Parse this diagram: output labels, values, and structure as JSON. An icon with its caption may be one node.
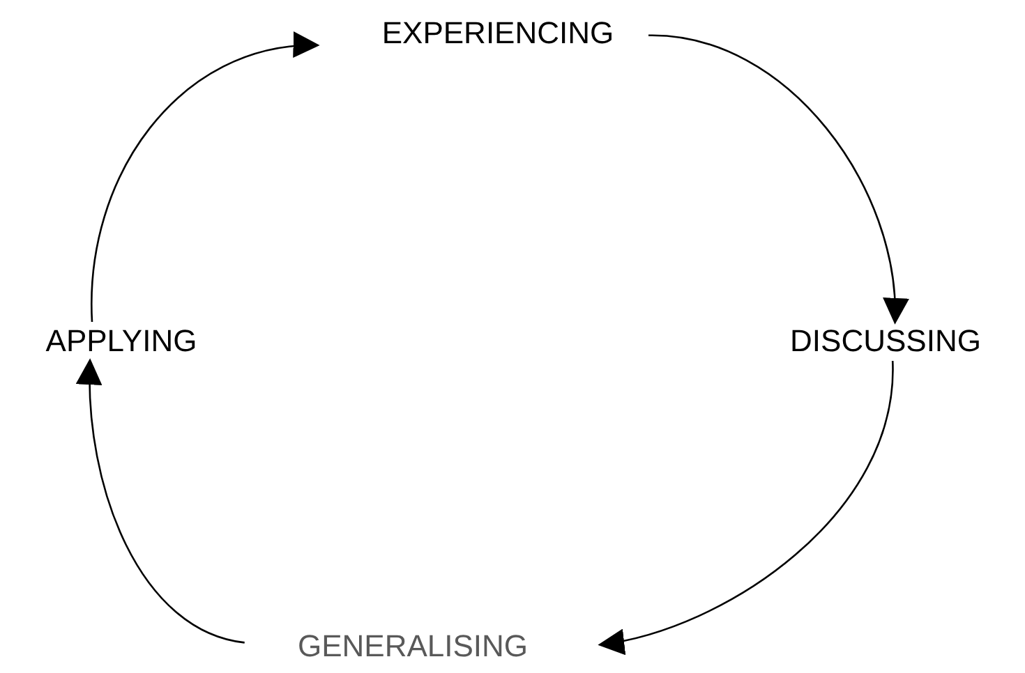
{
  "diagram": {
    "nodes": [
      {
        "text": [
          "EXPERIENCING"
        ]
      },
      {
        "text": [
          "DISCUSSING"
        ]
      },
      {
        "text": [
          "GENERALISING"
        ]
      },
      {
        "text": [
          "APPLYING"
        ]
      }
    ],
    "edges": [
      {
        "from": 0,
        "to": 1,
        "arrow": "to"
      },
      {
        "from": 1,
        "to": 2,
        "arrow": "to"
      },
      {
        "from": 2,
        "to": 3,
        "arrow": "to"
      },
      {
        "from": 3,
        "to": 0,
        "arrow": "to"
      }
    ]
  }
}
